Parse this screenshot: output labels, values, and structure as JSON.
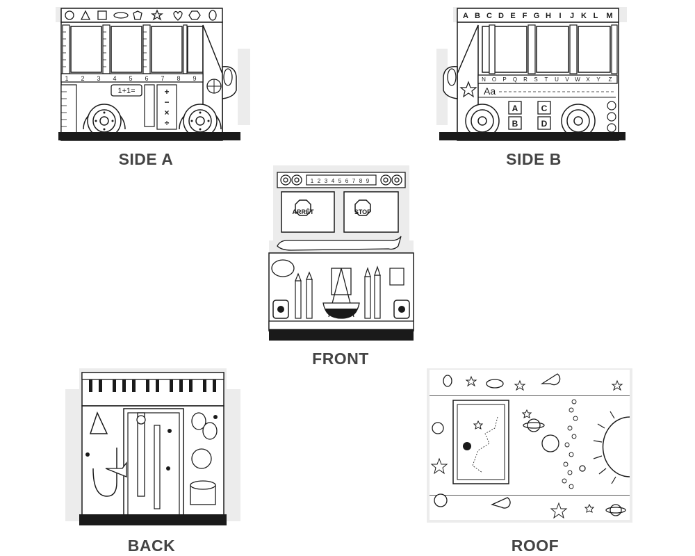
{
  "labels": {
    "side_a": "SIDE A",
    "side_b": "SIDE B",
    "front": "FRONT",
    "back": "BACK",
    "roof": "ROOF"
  },
  "side_a": {
    "ruler_numbers": [
      "1",
      "2",
      "3",
      "4",
      "5",
      "6",
      "7",
      "8",
      "9"
    ],
    "math_sign": "1+1="
  },
  "side_b": {
    "alphabet_top": [
      "A",
      "B",
      "C",
      "D",
      "E",
      "F",
      "G",
      "H",
      "I",
      "J",
      "K",
      "L",
      "M"
    ],
    "alphabet_strip": [
      "N",
      "O",
      "P",
      "Q",
      "R",
      "S",
      "T",
      "U",
      "V",
      "W",
      "X",
      "Y",
      "Z"
    ],
    "aa": "Aa",
    "blocks": [
      "A",
      "C",
      "B",
      "D"
    ]
  },
  "front": {
    "ruler_numbers": [
      "1",
      "2",
      "3",
      "4",
      "5",
      "6",
      "7",
      "8",
      "9"
    ],
    "sign_left": "ARRÊT",
    "sign_right": "STOP"
  },
  "back": {},
  "roof": {},
  "colors": {
    "ink": "#1a1a1a",
    "paper": "#ffffff",
    "tab": "#ececec",
    "label": "#444444"
  }
}
